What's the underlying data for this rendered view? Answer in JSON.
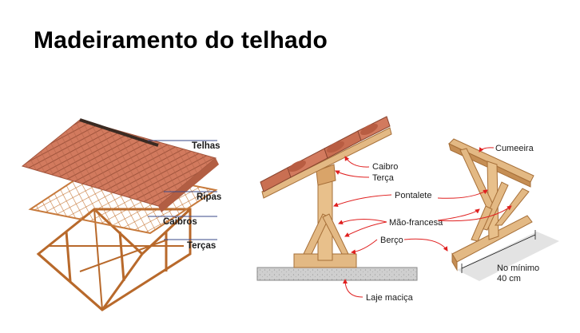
{
  "title": "Madeiramento do telhado",
  "left_diagram": {
    "labels": {
      "telhas": "Telhas",
      "ripas": "Ripas",
      "caibros": "Caibros",
      "tercas": "Terças"
    }
  },
  "middle_diagram": {
    "labels": {
      "caibro": "Caibro",
      "terca": "Terça",
      "pontalete": "Pontalete",
      "mao_francesa": "Mão-francesa",
      "berco": "Berço",
      "laje_macica": "Laje maciça"
    }
  },
  "right_diagram": {
    "labels": {
      "cumeeira": "Cumeeira",
      "no_minimo": "No mínimo",
      "quarenta_cm": "40 cm"
    }
  },
  "colors": {
    "roof_tile": "#d27a5e",
    "tile_line": "#a0543c",
    "wood": "#e3b984",
    "wood_dark": "#a66f38",
    "rafter": "#b8692b",
    "pointer_red": "#e02020",
    "leader_blue": "#3a4a8a",
    "slab_gray": "#c8c8c8"
  }
}
